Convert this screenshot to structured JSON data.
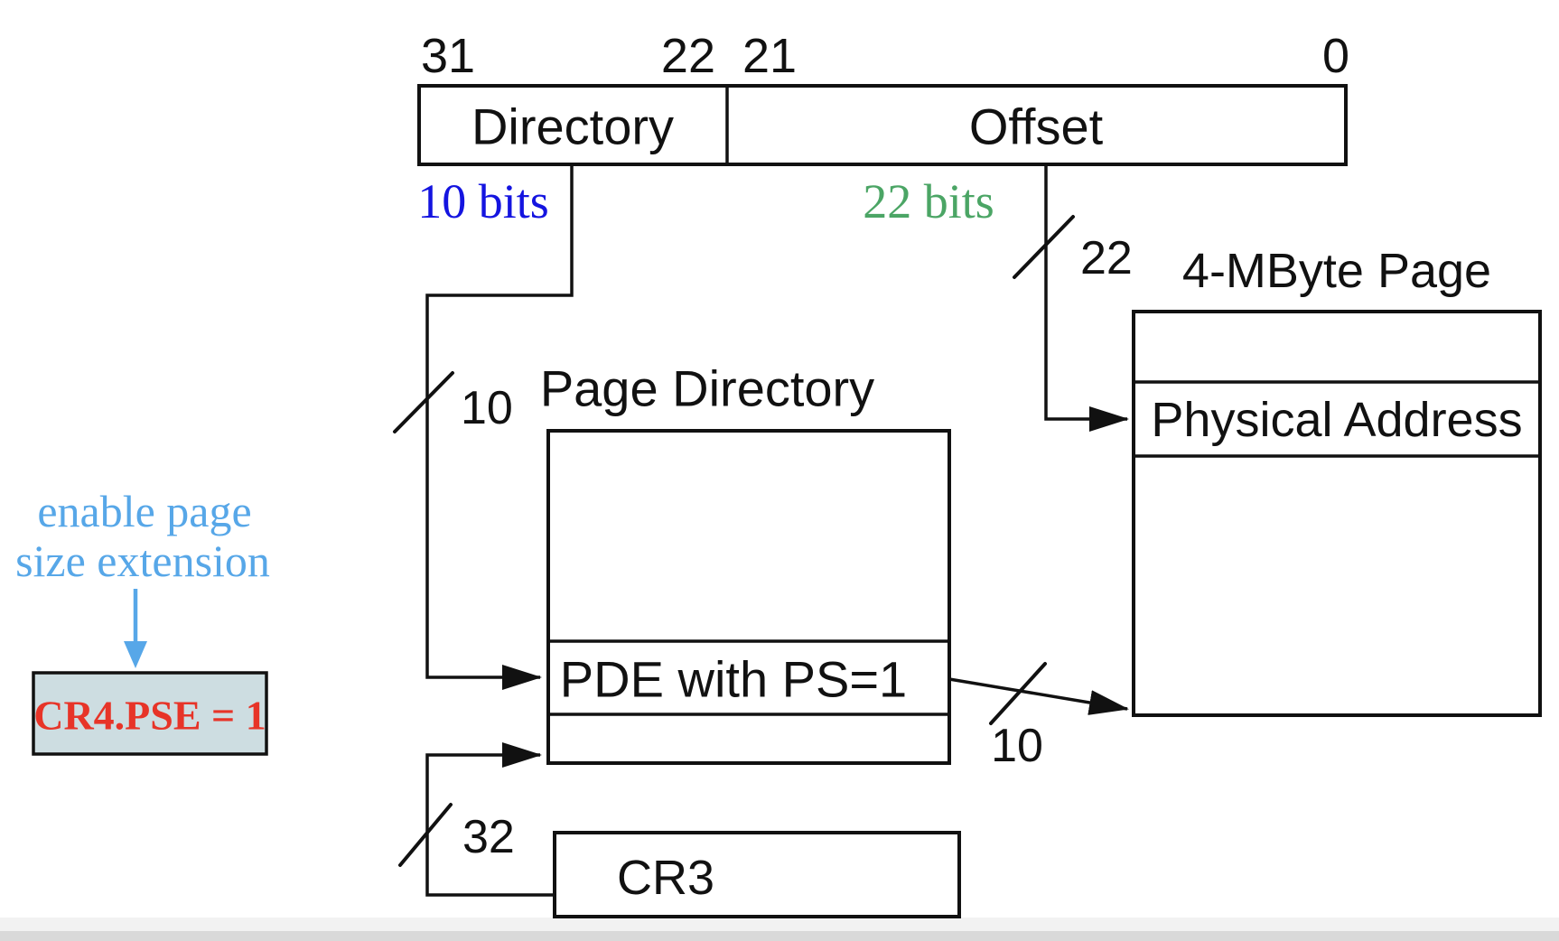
{
  "diagram": {
    "linear_address": {
      "bit_31": "31",
      "bit_22": "22",
      "bit_21": "21",
      "bit_0": "0",
      "directory_label": "Directory",
      "offset_label": "Offset",
      "directory_bits": "10 bits",
      "offset_bits": "22 bits"
    },
    "page_directory": {
      "title": "Page Directory",
      "entry_label": "PDE with PS=1"
    },
    "page": {
      "title": "4-MByte Page",
      "row_label": "Physical Address"
    },
    "cr3_label": "CR3",
    "bus_widths": {
      "directory_index": "10",
      "page_offset": "22",
      "pde_to_page": "10",
      "cr3_to_directory": "32"
    },
    "annotation": {
      "note_line1": "enable page",
      "note_line2": "size extension",
      "register_value": "CR4.PSE = 1"
    },
    "colors": {
      "directory_bits_blue": "#1414e0",
      "offset_bits_green": "#4ba565",
      "annotation_blue": "#57a7e8",
      "register_red": "#e73428",
      "register_box_fill": "#cddde1"
    }
  }
}
